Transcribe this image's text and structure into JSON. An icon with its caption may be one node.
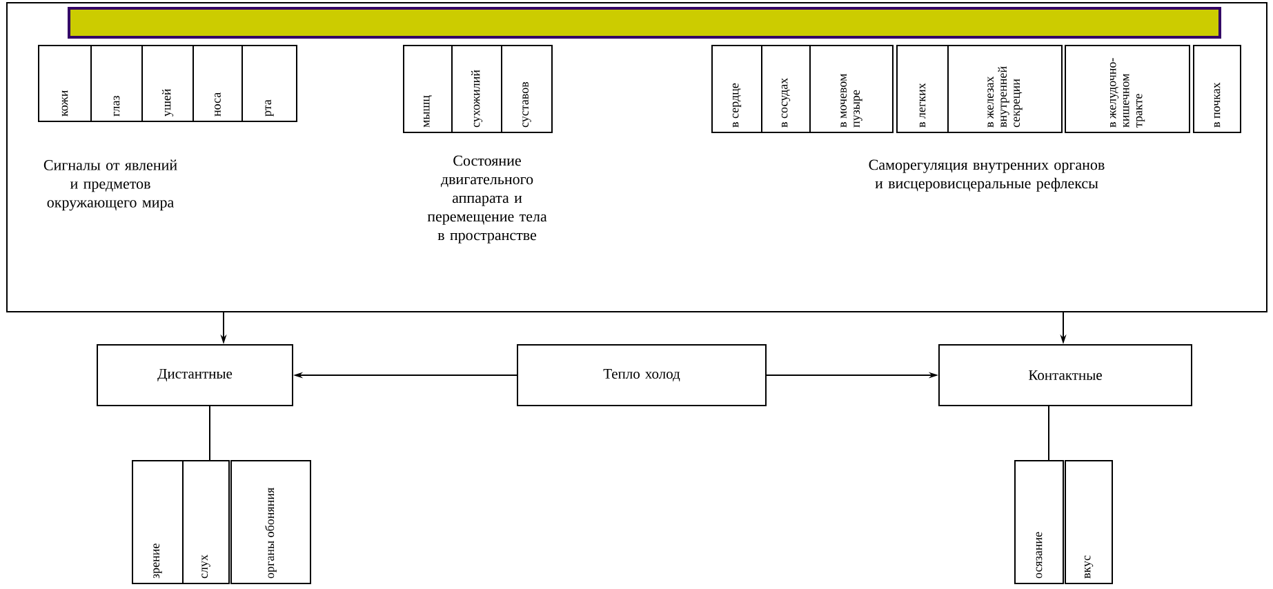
{
  "diagram": {
    "nodes": [
      {
        "text": [],
        "shape": "box"
      },
      {
        "text": [
          "кожи"
        ],
        "in": 0
      },
      {
        "text": [
          "глаз"
        ],
        "in": 0
      },
      {
        "text": [
          "ушей"
        ],
        "in": 0
      },
      {
        "text": [
          "носа"
        ],
        "in": 0
      },
      {
        "text": [
          "рта"
        ],
        "in": 0
      },
      {
        "text": [
          "мышц"
        ],
        "in": 0
      },
      {
        "text": [
          "сухожилий"
        ],
        "in": 0
      },
      {
        "text": [
          "суставов"
        ],
        "in": 0
      },
      {
        "text": [
          "в сердце"
        ],
        "in": 0
      },
      {
        "text": [
          "в сосудах"
        ],
        "in": 0
      },
      {
        "text": [
          "в мочевом пузыре"
        ],
        "in": 0
      },
      {
        "text": [
          "в легких"
        ],
        "in": 0
      },
      {
        "text": [
          "в железах внутренней секреции"
        ],
        "in": 0
      },
      {
        "text": [
          "в желудочно-кишечном тракте"
        ],
        "in": 0
      },
      {
        "text": [
          "в почках"
        ],
        "in": 0
      },
      {
        "text": [
          "Дистантные"
        ]
      },
      {
        "text": [
          "Тепло холод"
        ]
      },
      {
        "text": [
          "Контактные"
        ]
      },
      {
        "text": [
          "зрение"
        ]
      },
      {
        "text": [
          "слух"
        ]
      },
      {
        "text": [
          "органы обоняния"
        ]
      },
      {
        "text": [
          "осязание"
        ]
      },
      {
        "text": [
          "вкус"
        ]
      },
      {
        "text": [],
        "shape": "bar",
        "in": 0
      }
    ],
    "edges": [
      {
        "from": 0,
        "to": 16,
        "arrow": "to"
      },
      {
        "from": 0,
        "to": 18,
        "arrow": "to"
      },
      {
        "from": 17,
        "to": 16,
        "arrow": "to"
      },
      {
        "from": 17,
        "to": 18,
        "arrow": "to"
      },
      {
        "from": 16,
        "to": 20,
        "arrow": "none"
      },
      {
        "from": 18,
        "to": 22,
        "arrow": "none"
      }
    ],
    "labels": [
      "Сигналы от явлений и предметов окружающего мира",
      "Состояние двигательного аппарата и перемещение тела в пространстве",
      "Саморегуляция внутренних органов и висцеровисцеральные рефлексы"
    ]
  }
}
